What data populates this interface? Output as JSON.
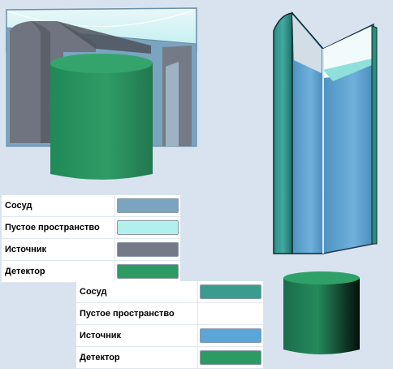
{
  "legend_1": {
    "items": [
      {
        "label": "Сосуд",
        "color": "#7aa4c0"
      },
      {
        "label": "Пустое пространство",
        "color": "#b2f0ee"
      },
      {
        "label": "Источник",
        "color": "#757b86"
      },
      {
        "label": "Детектор",
        "color": "#2d9a64"
      }
    ]
  },
  "legend_2": {
    "items": [
      {
        "label": "Сосуд",
        "color": "#3a9b8f"
      },
      {
        "label": "Пустое пространство",
        "color": "#ffffff"
      },
      {
        "label": "Источник",
        "color": "#5aa6d8"
      },
      {
        "label": "Детектор",
        "color": "#2d9a64"
      }
    ]
  }
}
